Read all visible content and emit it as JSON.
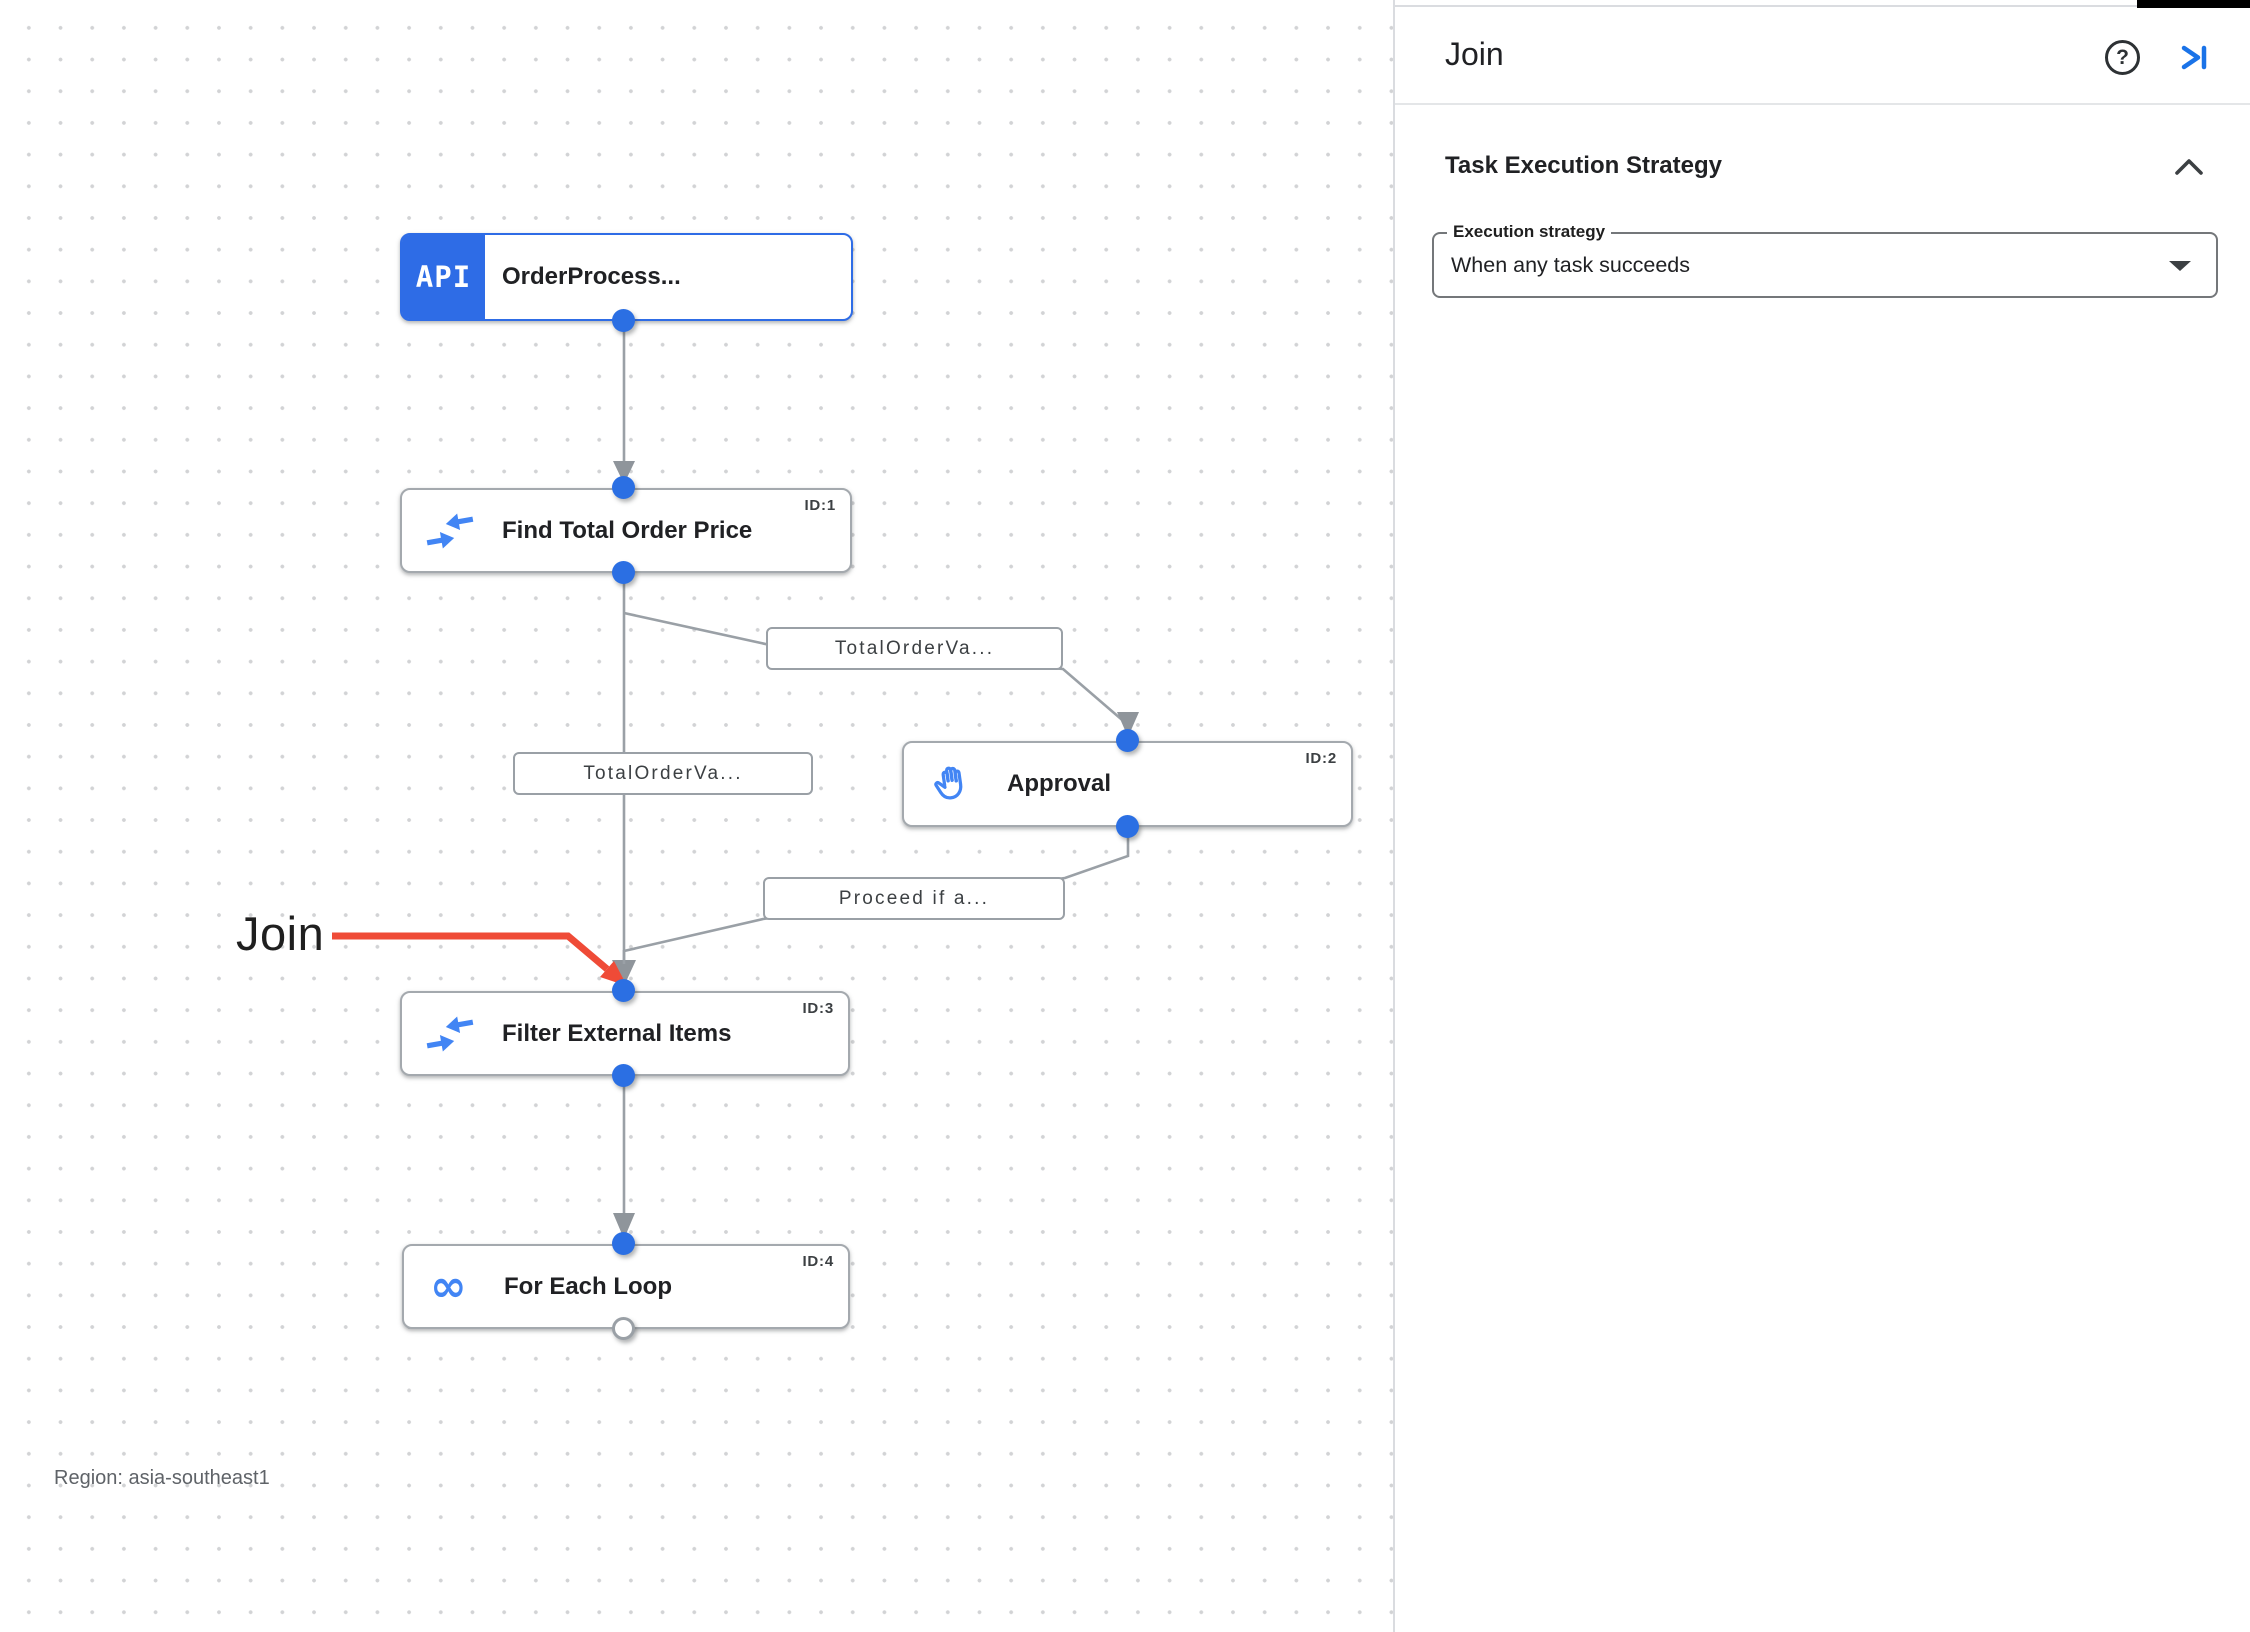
{
  "canvas": {
    "region_label": "Region: asia-southeast1",
    "annotation_label": "Join",
    "nodes": [
      {
        "title": "OrderProcess...",
        "badge": "",
        "icon": "api-trigger-icon",
        "icon_text": "API"
      },
      {
        "title": "Find Total Order Price",
        "badge": "ID:1",
        "icon": "data-mapping-icon"
      },
      {
        "title": "Approval",
        "badge": "ID:2",
        "icon": "approval-hand-icon"
      },
      {
        "title": "Filter External Items",
        "badge": "ID:3",
        "icon": "data-mapping-icon"
      },
      {
        "title": "For Each Loop",
        "badge": "ID:4",
        "icon": "for-each-loop-icon",
        "icon_glyph": "∞"
      }
    ],
    "edge_labels": [
      "TotalOrderVa...",
      "TotalOrderVa...",
      "Proceed if a..."
    ]
  },
  "panel": {
    "title": "Join",
    "section_title": "Task Execution Strategy",
    "execution_strategy": {
      "label": "Execution strategy",
      "value": "When any task succeeds"
    }
  },
  "colors": {
    "accent_blue": "#1a73e8",
    "icon_blue": "#4285f4",
    "node_blue": "#2e6ce6",
    "dot_blue": "#2b6fe3",
    "edge_gray": "#9aa0a6",
    "annotation_red": "#ef4b37"
  }
}
